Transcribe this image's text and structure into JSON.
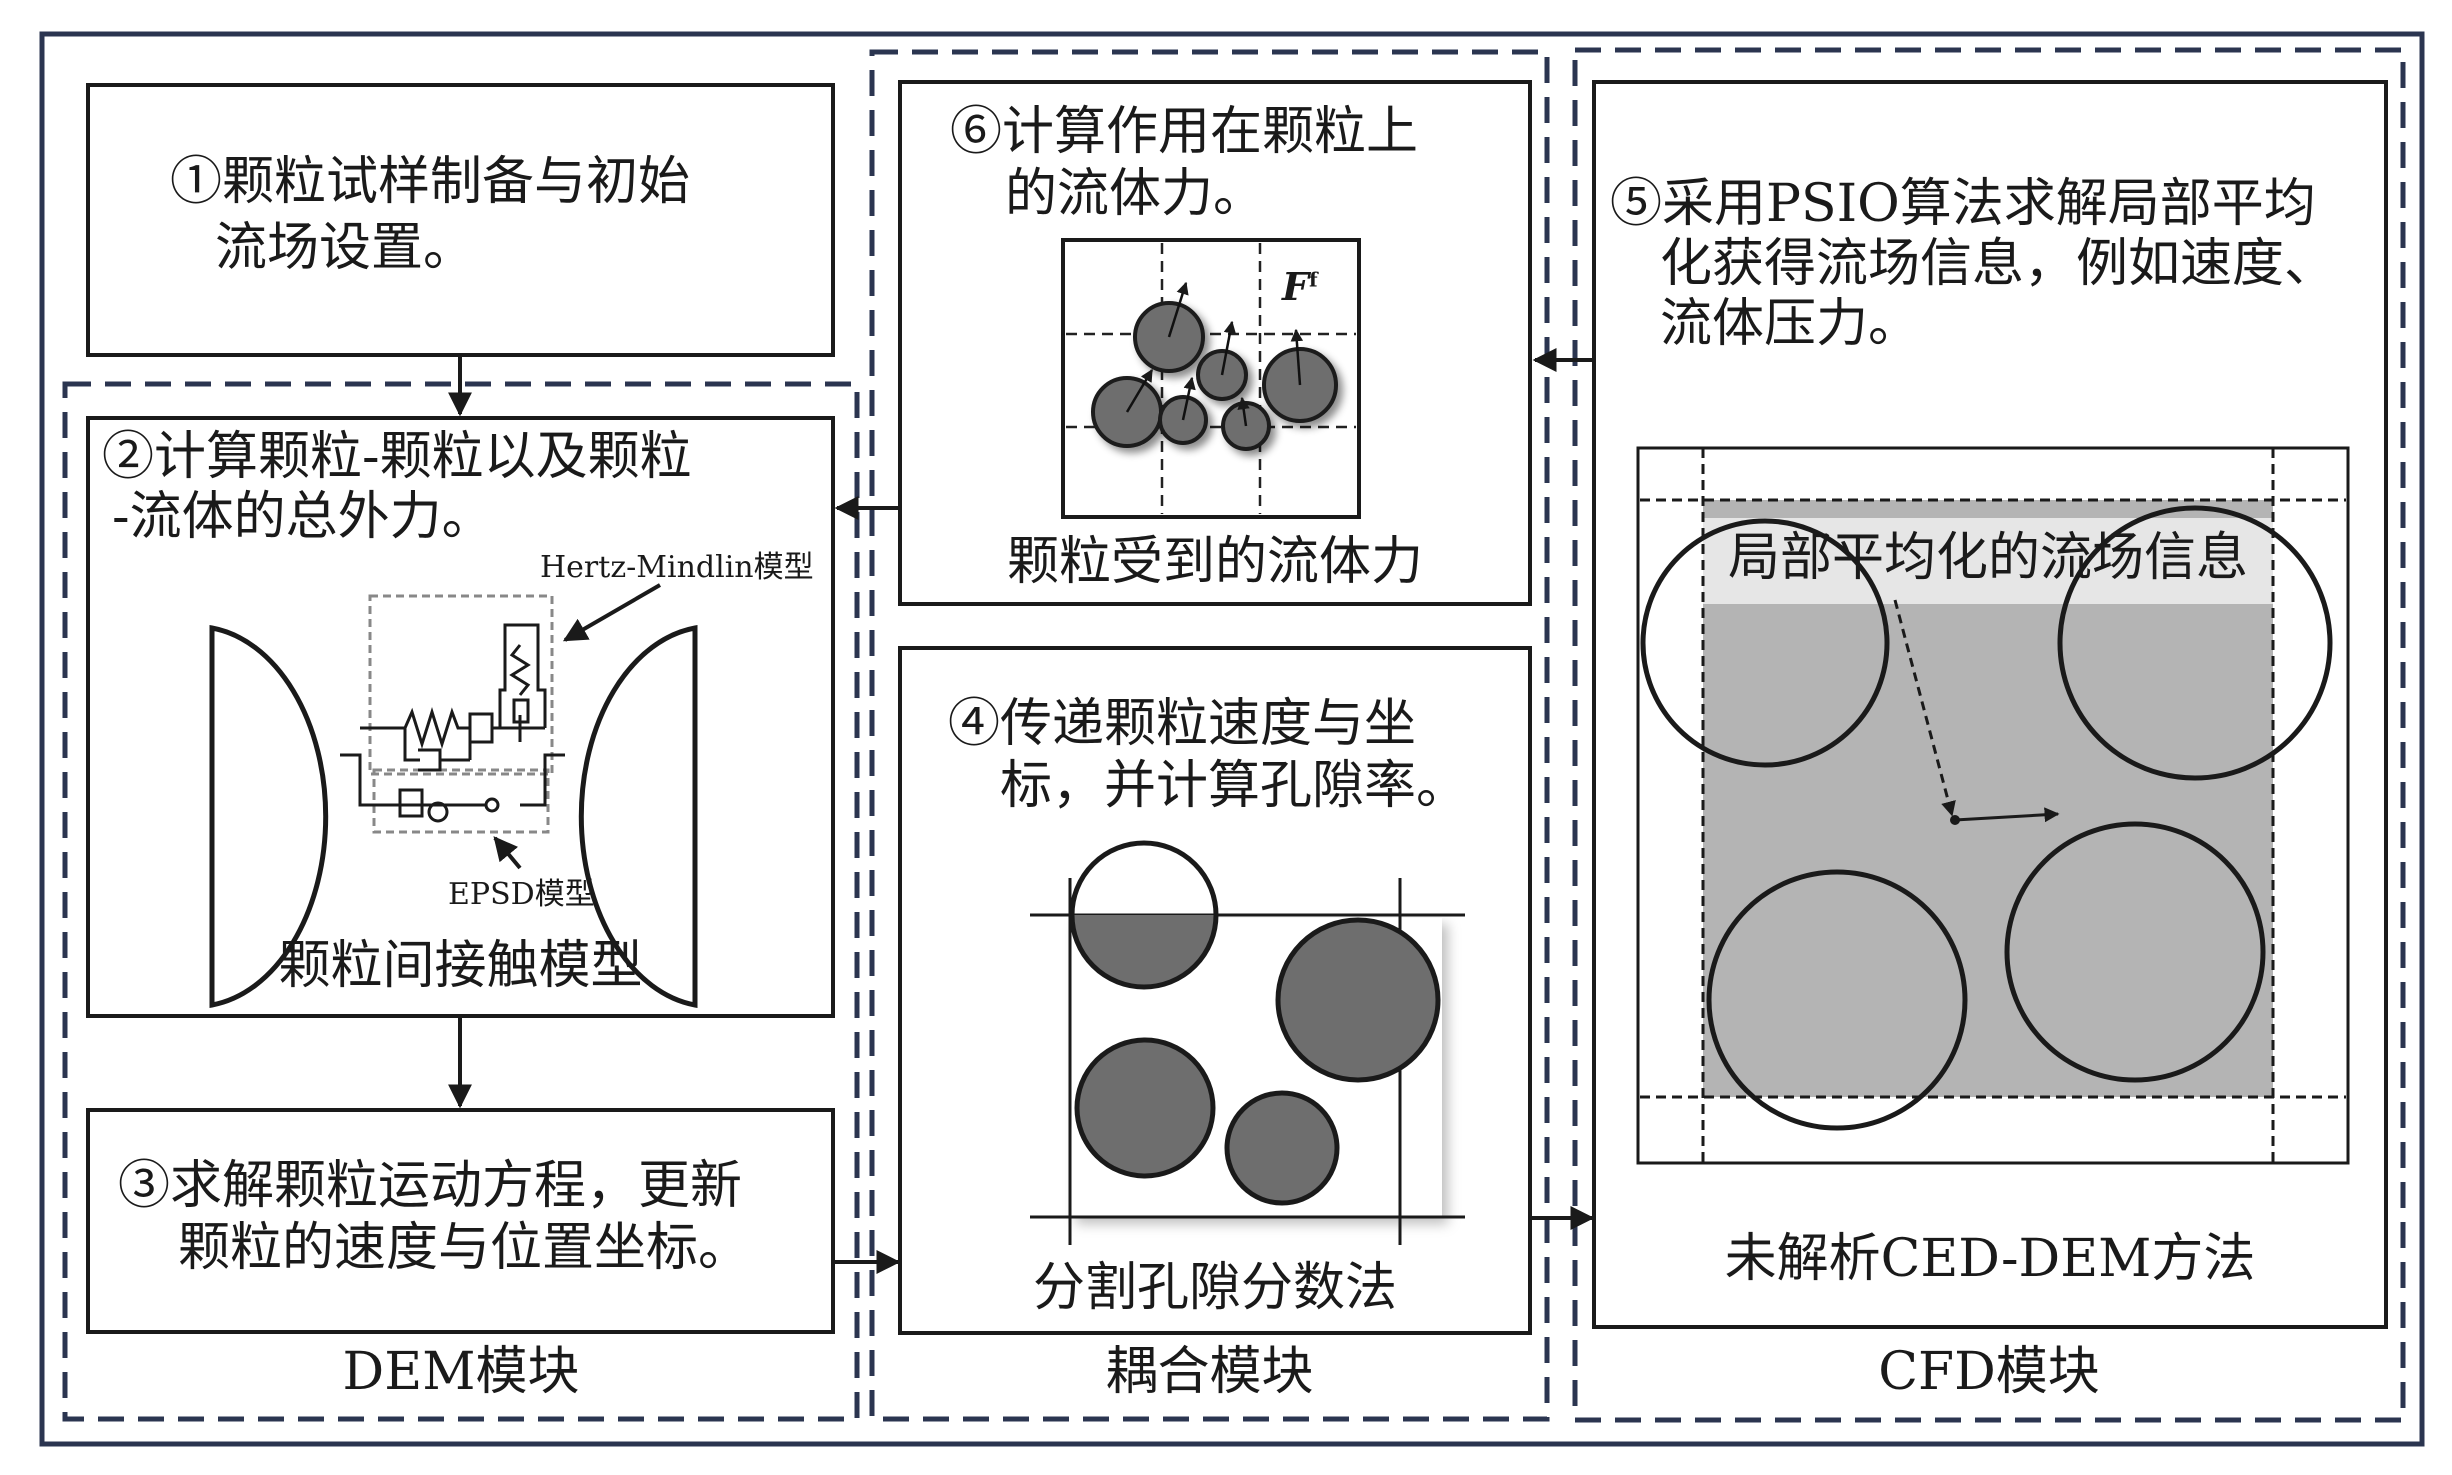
{
  "step1": {
    "line1": "①颗粒试样制备与初始",
    "line2": "流场设置。"
  },
  "step2": {
    "line1": "②计算颗粒-颗粒以及颗粒",
    "line2": "-流体的总外力。",
    "hertz_label": "Hertz-Mindlin模型",
    "epsd_label": "EPSD模型",
    "caption": "颗粒间接触模型"
  },
  "step3": {
    "line1": "③求解颗粒运动方程，更新",
    "line2": "颗粒的速度与位置坐标。"
  },
  "step4": {
    "line1": "④传递颗粒速度与坐",
    "line2": "标，并计算孔隙率。",
    "caption": "分割孔隙分数法"
  },
  "step5": {
    "line1": "⑤采用PSIO算法求解局部平均",
    "line2": "化获得流场信息，例如速度、",
    "line3": "流体压力。",
    "overlay_label": "局部平均化的流场信息",
    "caption": "未解析CED-DEM方法"
  },
  "step6": {
    "line1": "⑥计算作用在颗粒上",
    "line2": "的流体力。",
    "force_symbol": "F",
    "force_superscript": "f",
    "caption": "颗粒受到的流体力"
  },
  "modules": {
    "dem": "DEM模块",
    "coupling": "耦合模块",
    "cfd": "CFD模块"
  },
  "colors": {
    "frame": "#2b3550",
    "particle": "#6e6e6e",
    "cell_fill": "#b4b4b4",
    "overlay": "#e6e6e6"
  }
}
